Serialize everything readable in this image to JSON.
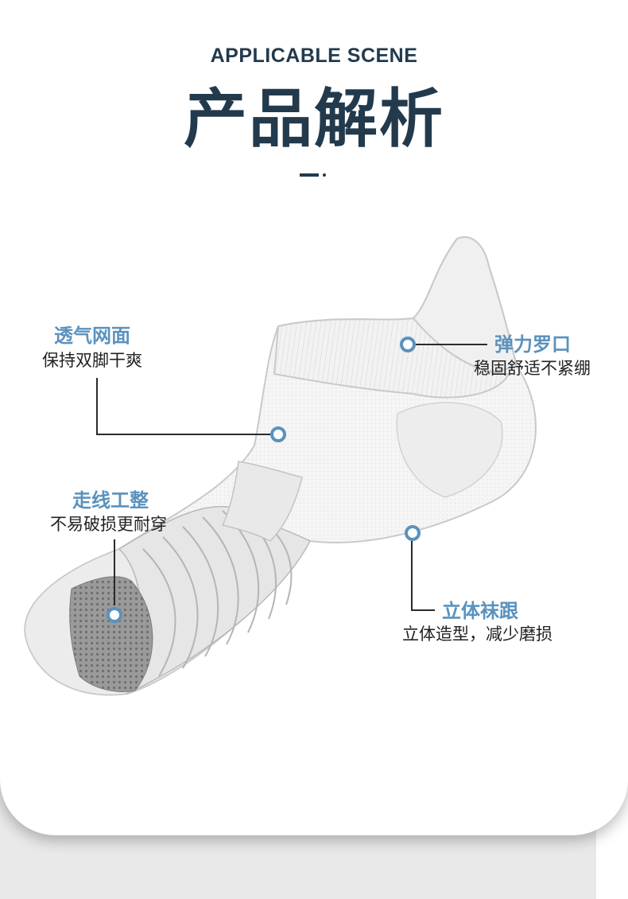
{
  "header": {
    "eyebrow": "APPLICABLE SCENE",
    "title": "产品解析"
  },
  "callouts": {
    "mesh": {
      "title": "透气网面",
      "desc": "保持双脚干爽"
    },
    "cuff": {
      "title": "弹力罗口",
      "desc": "稳固舒适不紧绷"
    },
    "stitch": {
      "title": "走线工整",
      "desc": "不易破损更耐穿"
    },
    "heel": {
      "title": "立体袜跟",
      "desc": "立体造型，减少磨损"
    }
  },
  "colors": {
    "heading": "#233a4d",
    "accent": "#5b92bd",
    "text": "#222222"
  }
}
